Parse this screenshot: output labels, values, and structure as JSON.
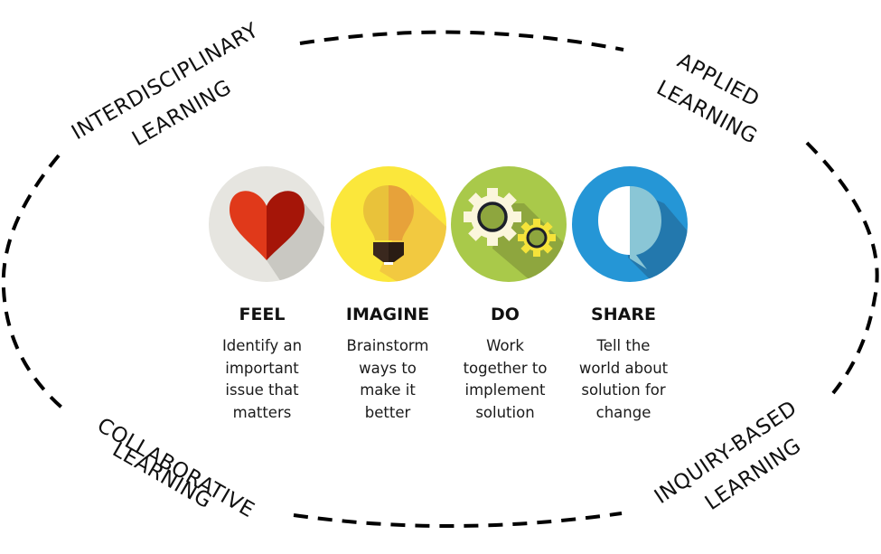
{
  "ring_labels": {
    "top_left": {
      "line1": "INTERDISCIPLINARY",
      "line2": "LEARNING"
    },
    "top_right": {
      "line1": "APPLIED",
      "line2": "LEARNING"
    },
    "bottom_left": {
      "line1": "COLLABORATIVE",
      "line2": "LEARNING"
    },
    "bottom_right": {
      "line1": "INQUIRY-BASED",
      "line2": "LEARNING"
    }
  },
  "steps": [
    {
      "title": "FEEL",
      "icon": "heart-icon",
      "desc": [
        "Identify an",
        "important",
        "issue that",
        "matters"
      ],
      "colors": {
        "bg": "#e6e5e0",
        "shadow": "#c9c8c2",
        "a": "#e0391a",
        "b": "#a51508"
      }
    },
    {
      "title": "IMAGINE",
      "icon": "lightbulb-icon",
      "desc": [
        "Brainstorm",
        "ways to",
        "make it",
        "better"
      ],
      "colors": {
        "bg": "#fbe73b",
        "shadow": "#f2c940",
        "a": "#e9c23a",
        "b": "#e7a23a"
      }
    },
    {
      "title": "DO",
      "icon": "gears-icon",
      "desc": [
        "Work",
        "together to",
        "implement",
        "solution"
      ],
      "colors": {
        "bg": "#a9c94a",
        "shadow": "#8ea63e",
        "a": "#fbf6dc",
        "b": "#f5e33a"
      }
    },
    {
      "title": "SHARE",
      "icon": "speech-bubble-icon",
      "desc": [
        "Tell  the",
        "world about",
        "solution for",
        "change"
      ],
      "colors": {
        "bg": "#2596d6",
        "shadow": "#2378ad",
        "a": "#ffffff",
        "b": "#8ac6d6"
      }
    }
  ]
}
